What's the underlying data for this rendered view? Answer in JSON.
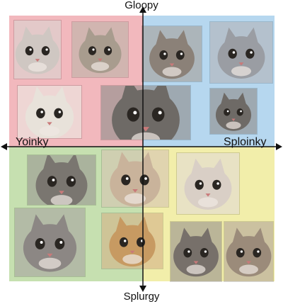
{
  "axes": {
    "top": "Gloopy",
    "bottom": "Splurgy",
    "left": "Yoinky",
    "right": "Sploinky"
  },
  "colors": {
    "top_left": "#f2b8bd",
    "top_right": "#b6d7ef",
    "bottom_left": "#c6e0b0",
    "bottom_right": "#f2eeaa"
  },
  "photos": [
    {
      "name": "cat-photo-gray-closeup",
      "tone": "#cfc7c2"
    },
    {
      "name": "cat-photo-white-peering",
      "tone": "#a89c8e"
    },
    {
      "name": "cat-photo-tabby-staring",
      "tone": "#8b8178"
    },
    {
      "name": "cat-photo-gray-white-tilted",
      "tone": "#9a9da3"
    },
    {
      "name": "cat-photo-white-with-lamp",
      "tone": "#e8e2da"
    },
    {
      "name": "cat-photo-tabby-outdoor-street",
      "tone": "#6e6a66"
    },
    {
      "name": "cat-photo-orange-white-looking-up",
      "tone": "#c9b39b"
    },
    {
      "name": "cat-photo-fisheye-gray",
      "tone": "#7a7670"
    },
    {
      "name": "cat-photo-orange-tongue",
      "tone": "#d98c4a"
    },
    {
      "name": "cat-photo-white-ginger-nose",
      "tone": "#d9cfc6"
    },
    {
      "name": "cat-photo-gray-white-mouth-open",
      "tone": "#8c8784"
    },
    {
      "name": "cat-photo-orange-chin",
      "tone": "#c79a62"
    },
    {
      "name": "cat-photo-fisheye-tabby-left",
      "tone": "#77706a"
    },
    {
      "name": "cat-photo-fisheye-tabby-right",
      "tone": "#9b8b7a"
    }
  ]
}
